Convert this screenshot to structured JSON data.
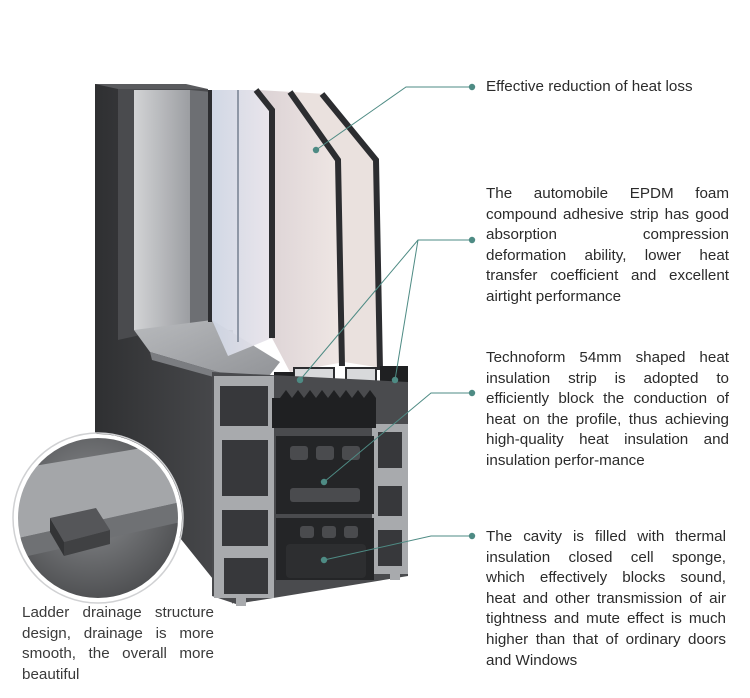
{
  "callouts": {
    "heat_loss": "Effective reduction of heat loss",
    "epdm_strip": "The automobile EPDM foam compound adhesive strip has good absorption compression deformation ability, lower heat transfer coefficient and excellent airtight performance",
    "insulation_strip": "Technoform 54mm shaped heat insulation strip is adopted to efficiently block the conduction of heat on the profile, thus achieving high-quality heat insulation and insulation perfor-mance",
    "cavity_sponge": "The cavity is filled with thermal insulation closed cell sponge, which effectively blocks sound, heat and other transmission of air tightness and mute effect is much higher than that of ordinary doors and Windows",
    "drainage": "Ladder drainage structure design, drainage is more smooth, the overall more beautiful"
  },
  "colors": {
    "leader_line": "#4e8b84",
    "leader_dot": "#4e8b84",
    "frame_dark": "#3a3b3d",
    "frame_face": "#c4c5c7",
    "glass_tint": "#e6d9d6",
    "text": "#2b2b2b"
  },
  "icons": {
    "drainage_cap": "drainage-cap-icon"
  }
}
